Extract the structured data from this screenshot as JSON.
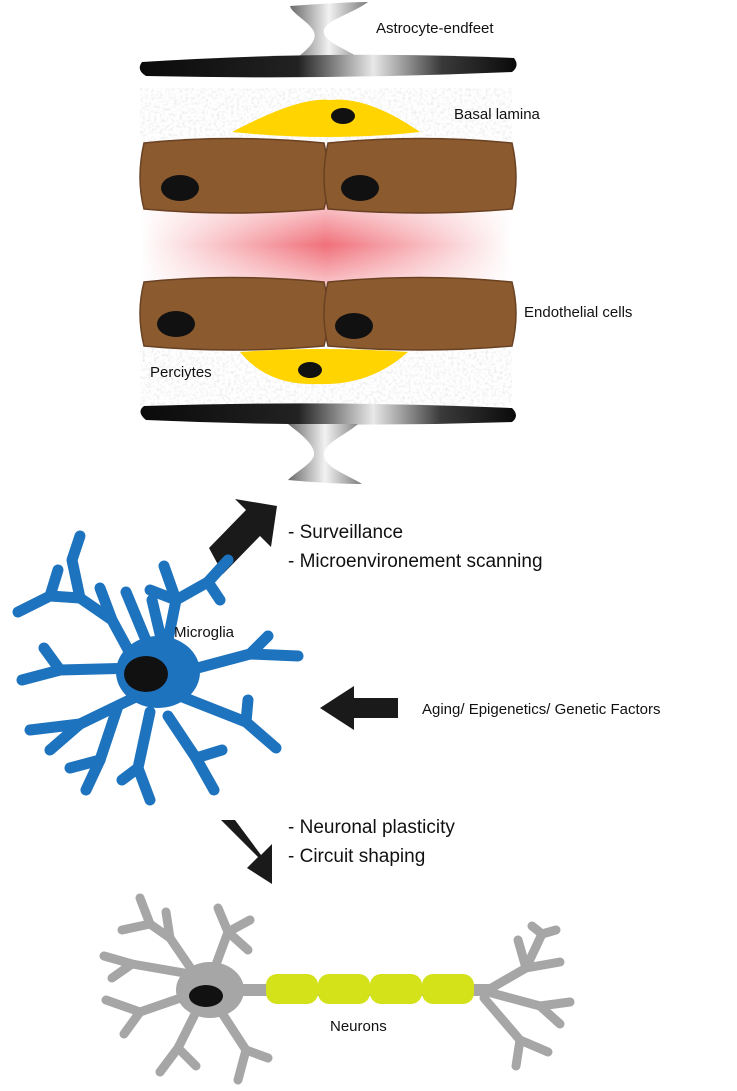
{
  "labels": {
    "astrocyte": "Astrocyte-endfeet",
    "basal": "Basal lamina",
    "endothelial": "Endothelial cells",
    "pericytes": "Perciytes",
    "microglia": "Microglia",
    "neurons": "Neurons",
    "factors": "Aging/ Epigenetics/ Genetic Factors"
  },
  "functions_up": [
    "- Surveillance",
    "- Microenvironement scanning"
  ],
  "functions_down": [
    "- Neuronal plasticity",
    "- Circuit shaping"
  ],
  "colors": {
    "endothelial": "#8B5A2F",
    "pericyte": "#FFD400",
    "microglia": "#1E73BE",
    "neuron": "#A6A6A6",
    "myelin": "#D4E21A",
    "lumen": "#F0707A",
    "arrow": "#1a1a1a"
  }
}
